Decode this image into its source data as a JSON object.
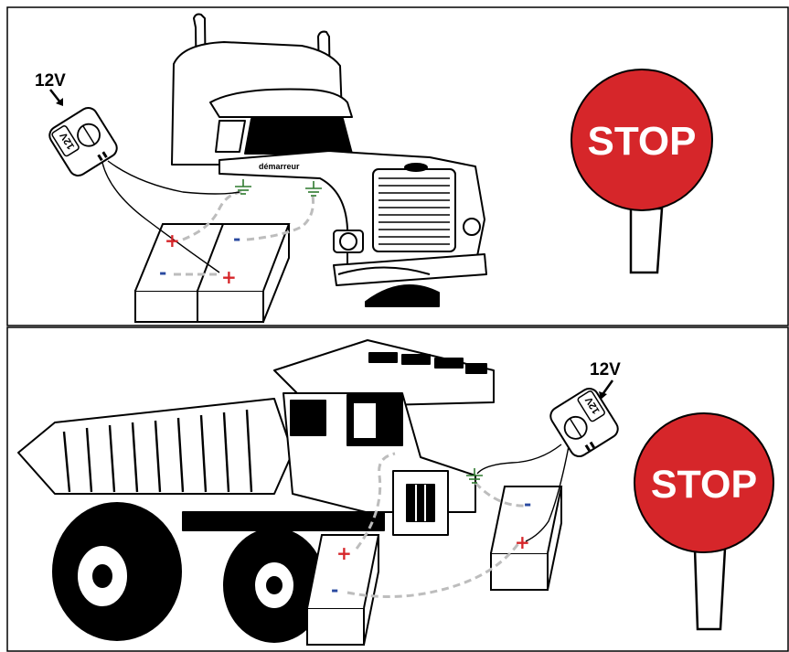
{
  "colors": {
    "stop_sign": "#d6262a",
    "positive": "#d6262a",
    "negative": "#2a4aa0",
    "ground": "#2f7a2f",
    "cable": "#bdbdbd",
    "frame": "#000000"
  },
  "top_panel": {
    "voltage_label": "12V",
    "meter_label": "12V",
    "starter_label": "démarreur",
    "stop_text": "STOP",
    "battery_left": {
      "positive": "+",
      "negative": "-"
    },
    "battery_right": {
      "positive": "+",
      "negative": "-"
    }
  },
  "bottom_panel": {
    "voltage_label": "12V",
    "meter_label": "12V",
    "stop_text": "STOP",
    "battery_left": {
      "positive": "+",
      "negative": "-"
    },
    "battery_right": {
      "positive": "+",
      "negative": "-"
    }
  }
}
